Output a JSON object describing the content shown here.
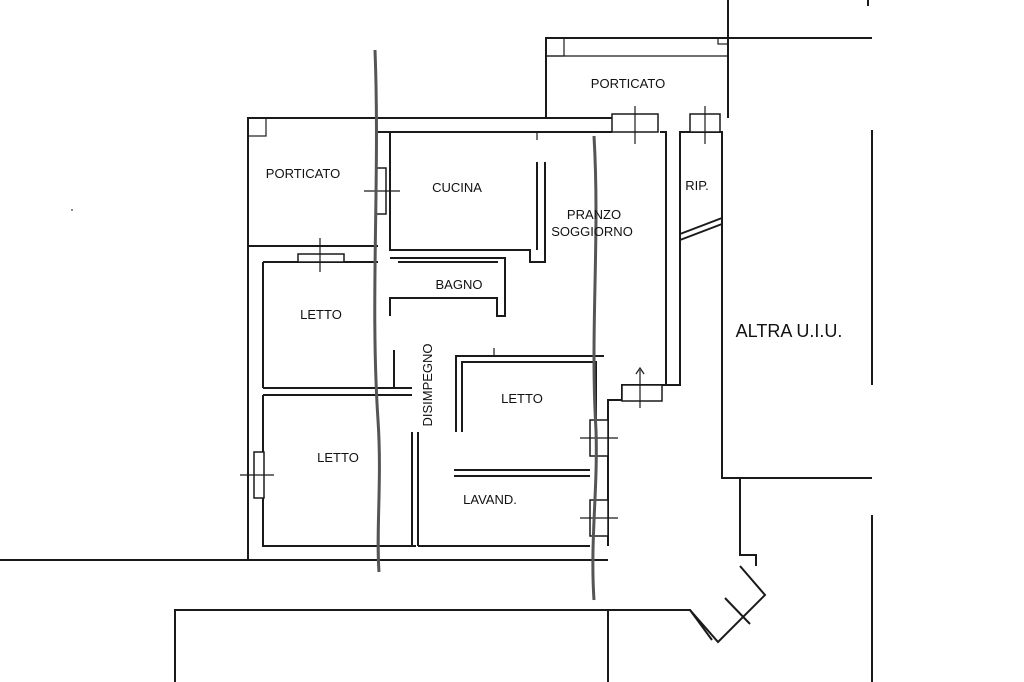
{
  "rooms": {
    "porticato_top": "PORTICATO",
    "porticato_left": "PORTICATO",
    "cucina": "CUCINA",
    "pranzo_line1": "PRANZO",
    "pranzo_line2": "SOGGIORNO",
    "rip": "RIP.",
    "bagno": "BAGNO",
    "letto_1": "LETTO",
    "letto_2": "LETTO",
    "letto_3": "LETTO",
    "disimpegno": "DISIMPEGNO",
    "lavanderia": "LAVAND.",
    "altra_uiu": "ALTRA U.I.U."
  }
}
